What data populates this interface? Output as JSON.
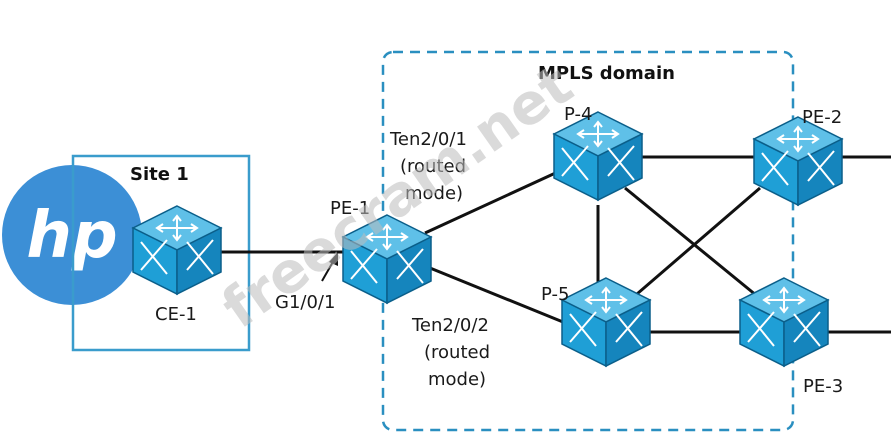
{
  "domain_title": "MPLS domain",
  "site": {
    "label": "Site 1"
  },
  "devices": {
    "ce1": "CE-1",
    "pe1": "PE-1",
    "p4": "P-4",
    "p5": "P-5",
    "pe2": "PE-2",
    "pe3": "PE-3"
  },
  "ports": {
    "g101": "G1/0/1",
    "ten201": [
      "Ten2/0/1",
      "(routed",
      "mode)"
    ],
    "ten202": [
      "Ten2/0/2",
      "(routed",
      "mode)"
    ]
  },
  "logo": {
    "text": "hp"
  },
  "watermark": "freecram.net",
  "colors": {
    "switch_top": "#5fc0e8",
    "switch_left": "#1f9fd6",
    "switch_right": "#1585bd",
    "switch_edge": "#0b5f8a",
    "domain_border": "#2a8fc0",
    "site_border": "#3a9ccc",
    "logo": "#3c8fd6",
    "link": "#111111"
  }
}
